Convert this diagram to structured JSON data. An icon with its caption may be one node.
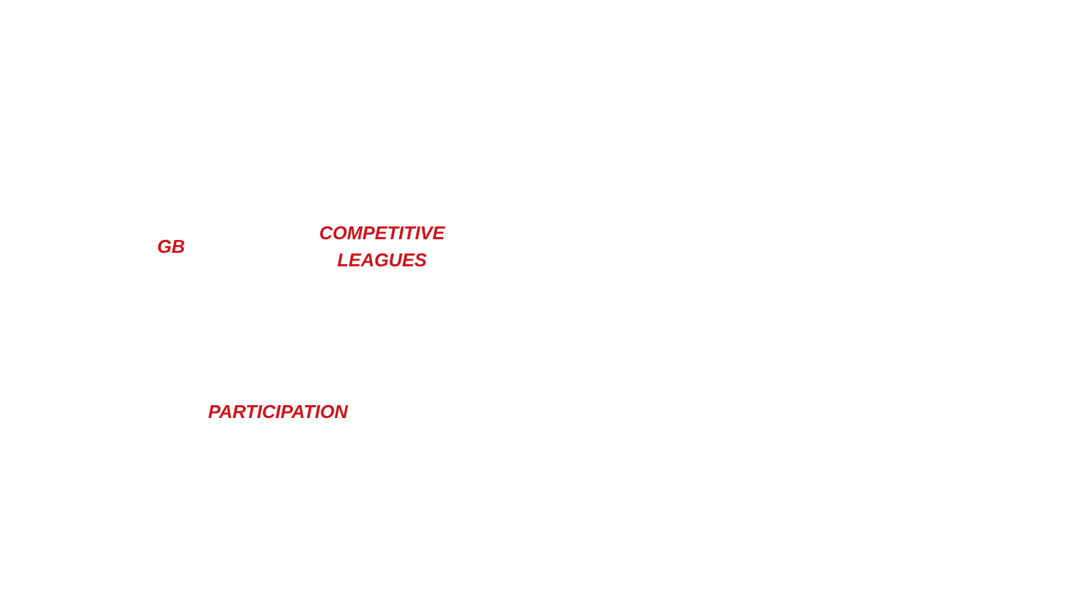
{
  "diagram": {
    "labels": [
      "GB",
      "COMPETITIVE LEAGUES",
      "PARTICIPATION"
    ]
  }
}
